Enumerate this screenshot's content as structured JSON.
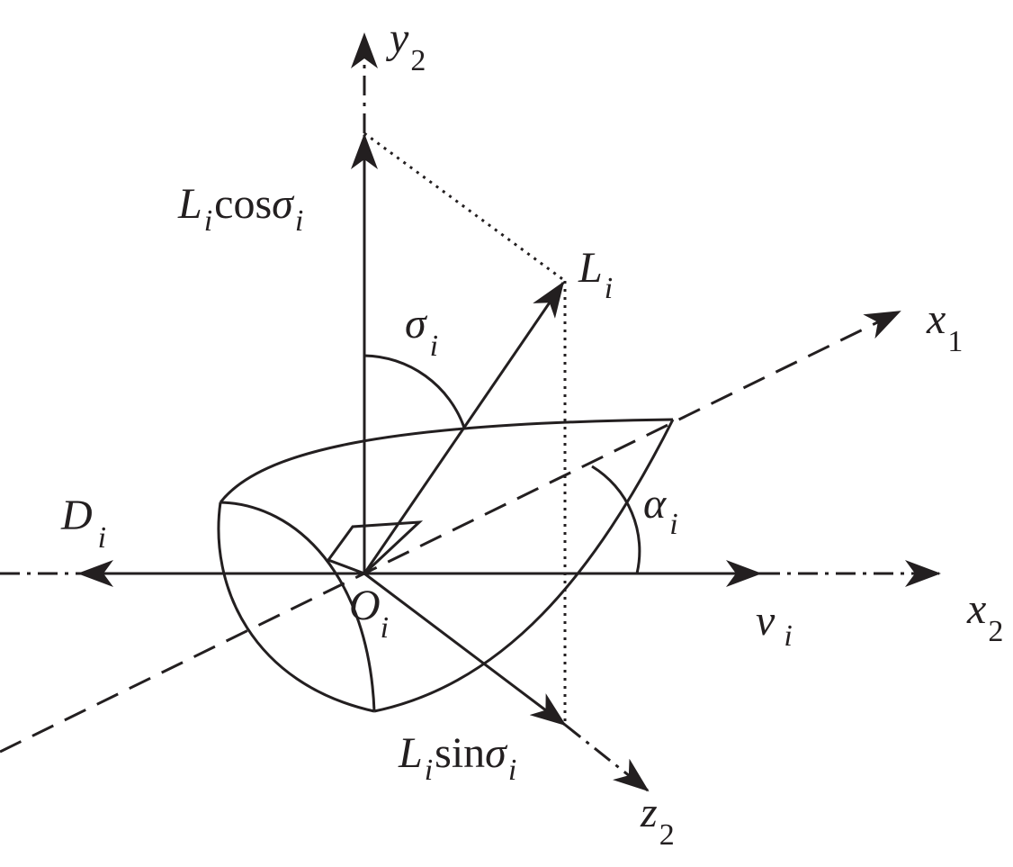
{
  "labels": {
    "y2": {
      "main": "y",
      "sub": "2"
    },
    "x1": {
      "main": "x",
      "sub": "1"
    },
    "x2": {
      "main": "x",
      "sub": "2"
    },
    "z2": {
      "main": "z",
      "sub": "2"
    },
    "Li": {
      "main": "L",
      "sub": "i"
    },
    "Di": {
      "main": "D",
      "sub": "i"
    },
    "Oi": {
      "main": "O",
      "sub": "i"
    },
    "vi": {
      "main": "v",
      "sub": "i"
    },
    "sigma": {
      "main": "σ",
      "sub": "i"
    },
    "alpha": {
      "main": "α",
      "sub": "i"
    },
    "Lcos": {
      "L": "L",
      "i1": "i",
      "func": "cos",
      "sym": "σ",
      "i2": "i"
    },
    "Lsin": {
      "L": "L",
      "i1": "i",
      "func": "sin",
      "sym": "σ",
      "i2": "i"
    }
  },
  "colors": {
    "ink": "#231f20",
    "background": "#ffffff"
  }
}
